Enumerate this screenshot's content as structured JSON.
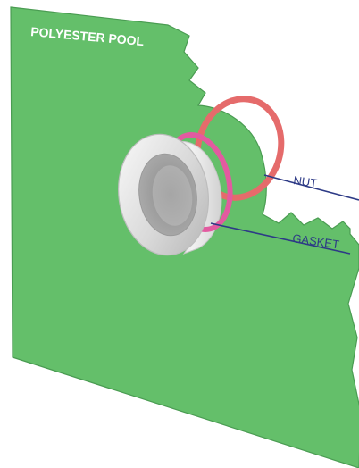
{
  "labels": {
    "wall": "POLYESTER POOL",
    "nut": "NUT",
    "gasket": "GASKET"
  },
  "colors": {
    "wall": "#64bf6a",
    "wall_edge": "#4a9c52",
    "nut": "#e56b6b",
    "gasket": "#e35aa0",
    "fitting": "#e2e2e2",
    "leader": "#2d3a86",
    "label_wall": "#ffffff",
    "label_callout": "#2d3a86"
  }
}
